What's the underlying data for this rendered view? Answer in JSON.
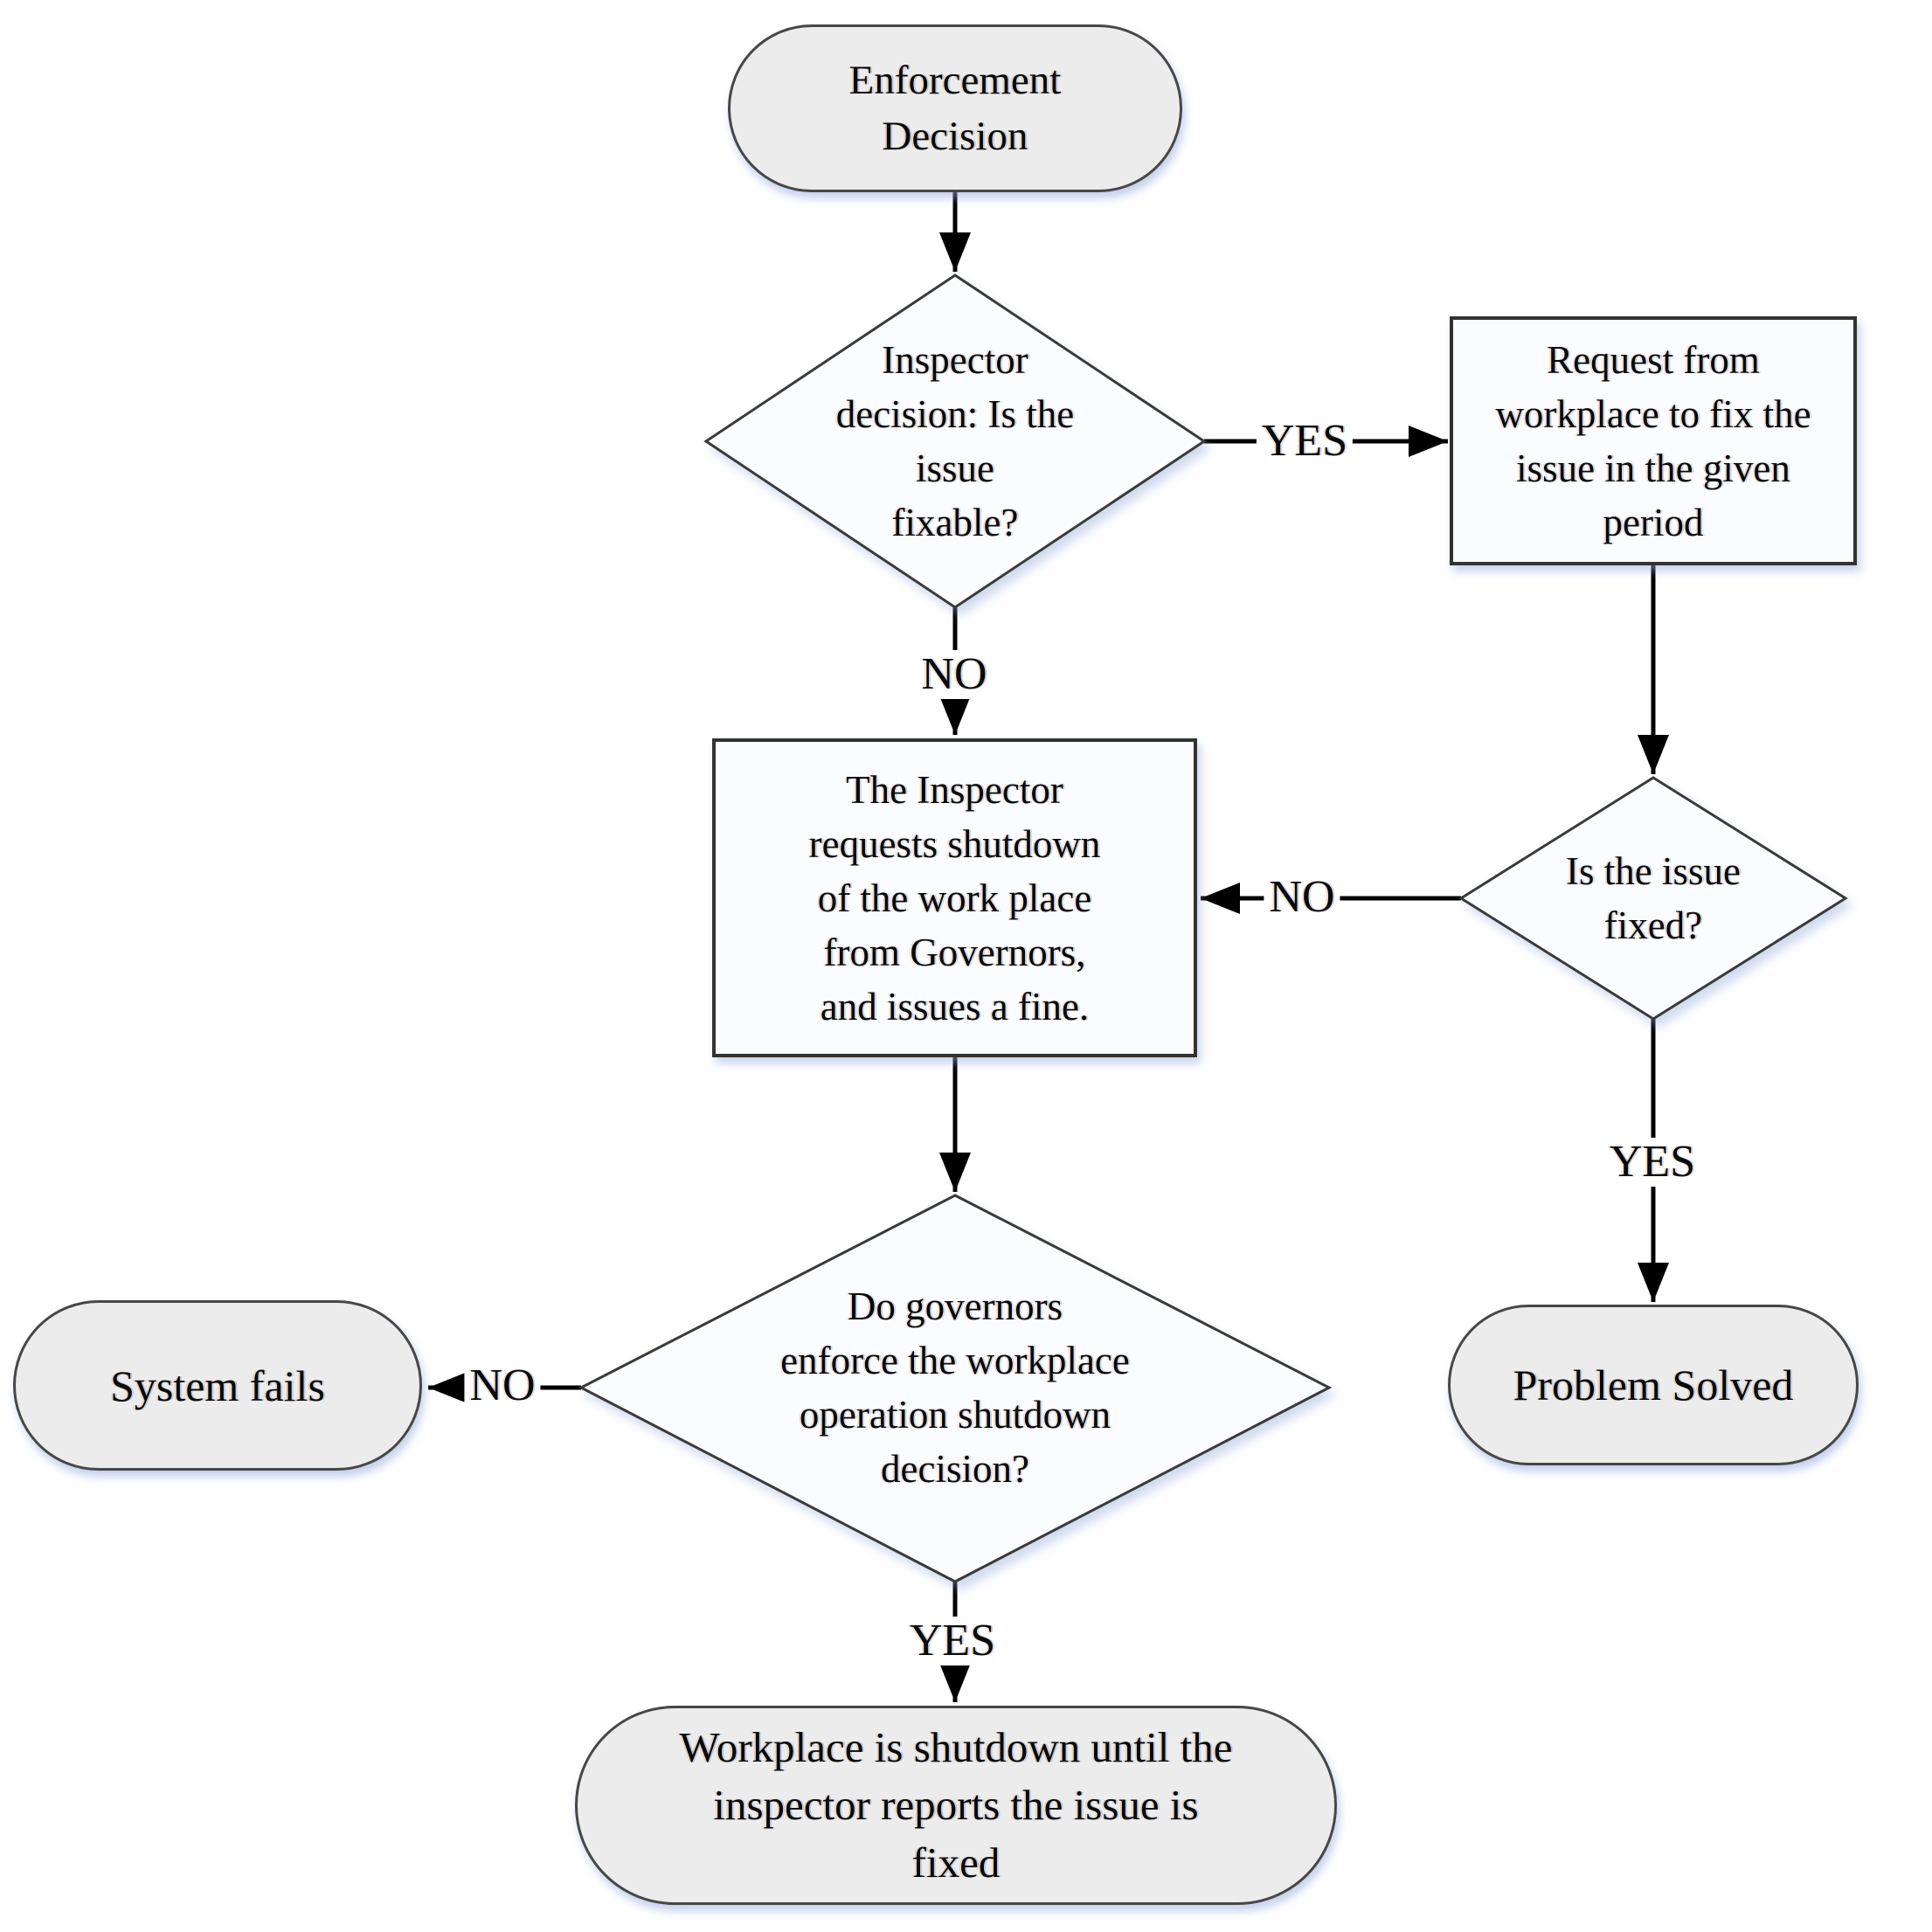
{
  "title": "Enforcement Decision flowchart",
  "palette": {
    "terminator_fill": "#ececec",
    "process_fill": "#fbfcff",
    "decision_fill": "#fbfcff",
    "shape_stroke": "#3a3a3a",
    "connector": "#000000",
    "text": "#0a0a0a",
    "shadow_tint": "#94aadc"
  },
  "nodes": {
    "start": {
      "type": "terminator",
      "lines": [
        "Enforcement",
        "Decision"
      ]
    },
    "fixable_decision": {
      "type": "decision",
      "lines": [
        "Inspector",
        "decision: Is the",
        "issue",
        "fixable?"
      ]
    },
    "fix_request": {
      "type": "process",
      "lines": [
        "Request from",
        "workplace to fix the",
        "issue in the given",
        "period"
      ]
    },
    "issue_fixed_decision": {
      "type": "decision",
      "lines": [
        "Is the issue",
        "fixed?"
      ]
    },
    "shutdown_request": {
      "type": "process",
      "lines": [
        "The Inspector",
        "requests shutdown",
        "of the work place",
        "from Governors,",
        "and issues a fine."
      ]
    },
    "governors_decision": {
      "type": "decision",
      "lines": [
        "Do governors",
        "enforce the workplace",
        "operation shutdown",
        "decision?"
      ]
    },
    "system_fails": {
      "type": "terminator",
      "lines": [
        "System fails"
      ]
    },
    "problem_solved": {
      "type": "terminator",
      "lines": [
        "Problem Solved"
      ]
    },
    "workplace_shutdown": {
      "type": "terminator",
      "lines": [
        "Workplace is shutdown until the",
        "inspector reports the issue is",
        "fixed"
      ]
    }
  },
  "edges": [
    {
      "from": "start",
      "to": "fixable_decision",
      "label": ""
    },
    {
      "from": "fixable_decision",
      "to": "fix_request",
      "label": "YES"
    },
    {
      "from": "fixable_decision",
      "to": "shutdown_request",
      "label": "NO"
    },
    {
      "from": "fix_request",
      "to": "issue_fixed_decision",
      "label": ""
    },
    {
      "from": "issue_fixed_decision",
      "to": "shutdown_request",
      "label": "NO"
    },
    {
      "from": "issue_fixed_decision",
      "to": "problem_solved",
      "label": "YES"
    },
    {
      "from": "shutdown_request",
      "to": "governors_decision",
      "label": ""
    },
    {
      "from": "governors_decision",
      "to": "system_fails",
      "label": "NO"
    },
    {
      "from": "governors_decision",
      "to": "workplace_shutdown",
      "label": "YES"
    }
  ]
}
